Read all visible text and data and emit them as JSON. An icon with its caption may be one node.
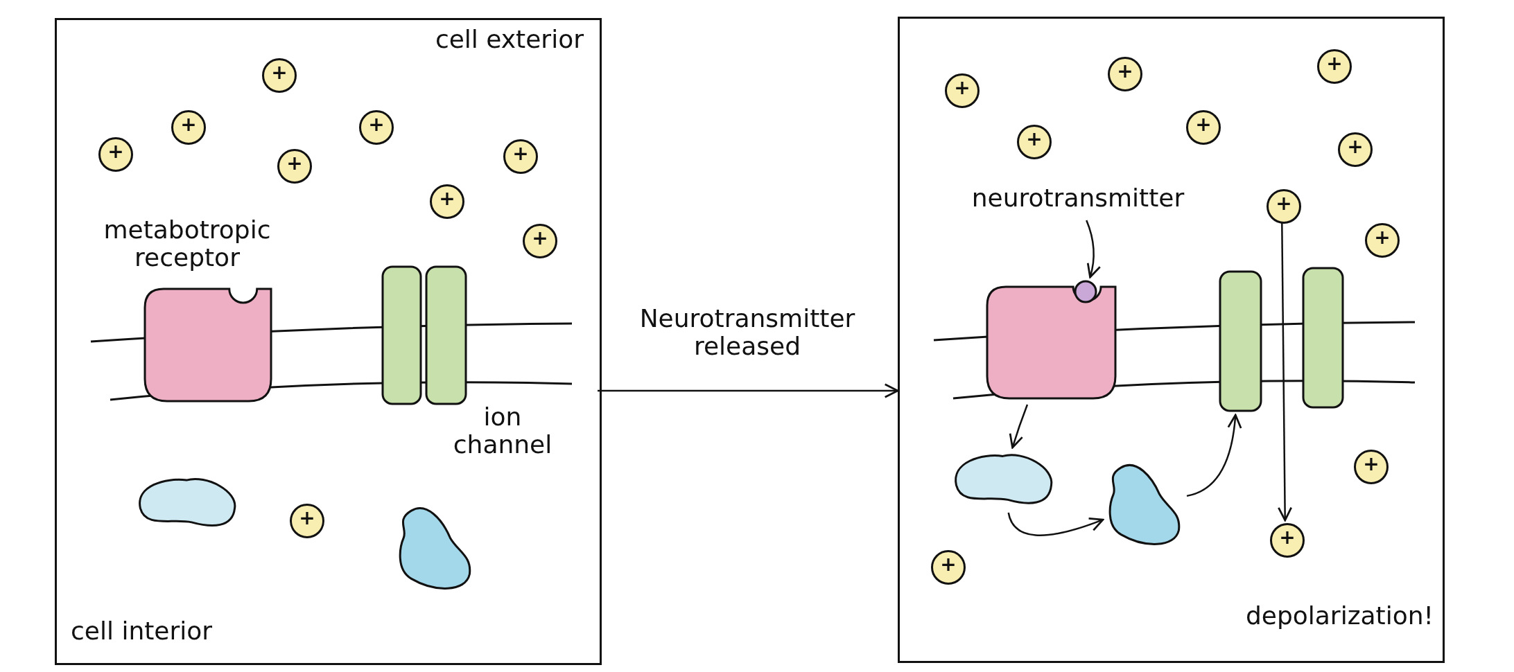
{
  "diagram": {
    "nodes": [
      {
        "text": [
          "cell exterior",
          "cell interior"
        ]
      },
      {
        "text": [
          "+"
        ],
        "in": 0
      },
      {
        "text": [
          "+"
        ],
        "in": 0
      },
      {
        "text": [
          "+"
        ],
        "in": 0
      },
      {
        "text": [
          "+"
        ],
        "in": 0
      },
      {
        "text": [
          "+"
        ],
        "in": 0
      },
      {
        "text": [
          "+"
        ],
        "in": 0
      },
      {
        "text": [
          "+"
        ],
        "in": 0
      },
      {
        "text": [
          "+"
        ],
        "in": 0
      },
      {
        "text": [],
        "shape": "box",
        "in": 0
      },
      {
        "text": [],
        "shape": "bar",
        "in": 0
      },
      {
        "text": [],
        "shape": "bar",
        "in": 0
      },
      {
        "text": [],
        "shape": "blob",
        "in": 0
      },
      {
        "text": [
          "+"
        ],
        "in": 0
      },
      {
        "text": [],
        "shape": "blob",
        "in": 0
      },
      {
        "text": [
          "depolarization!"
        ]
      },
      {
        "text": [
          "+"
        ],
        "in": 15
      },
      {
        "text": [
          "+"
        ],
        "in": 15
      },
      {
        "text": [
          "+"
        ],
        "in": 15
      },
      {
        "text": [
          "+"
        ],
        "in": 15
      },
      {
        "text": [
          "+"
        ],
        "in": 15
      },
      {
        "text": [
          "+"
        ],
        "in": 15
      },
      {
        "text": [
          "+"
        ],
        "in": 15
      },
      {
        "text": [
          "+"
        ],
        "in": 15
      },
      {
        "text": [
          "neurotransmitter"
        ],
        "in": 15
      },
      {
        "text": [],
        "shape": "circle",
        "in": 15
      },
      {
        "text": [],
        "shape": "box",
        "in": 15
      },
      {
        "text": [],
        "shape": "bar",
        "in": 15
      },
      {
        "text": [],
        "shape": "bar",
        "in": 15
      },
      {
        "text": [],
        "shape": "blob",
        "in": 15
      },
      {
        "text": [],
        "shape": "blob",
        "in": 15
      },
      {
        "text": [
          "+"
        ],
        "in": 15
      },
      {
        "text": [
          "+"
        ],
        "in": 15
      },
      {
        "text": [
          "+"
        ],
        "in": 15
      }
    ],
    "edges": [
      {
        "from": 0,
        "to": 15,
        "arrow": "to",
        "label": "Neurotransmitter released"
      },
      {
        "from": 24,
        "to": 25,
        "arrow": "to"
      },
      {
        "from": 26,
        "to": 29,
        "arrow": "to"
      },
      {
        "from": 29,
        "to": 30,
        "arrow": "to"
      },
      {
        "from": 30,
        "to": 27,
        "arrow": "to"
      },
      {
        "from": 22,
        "to": 32,
        "arrow": "to"
      }
    ],
    "labels": [
      "metabotropic receptor",
      "ion channel"
    ]
  }
}
